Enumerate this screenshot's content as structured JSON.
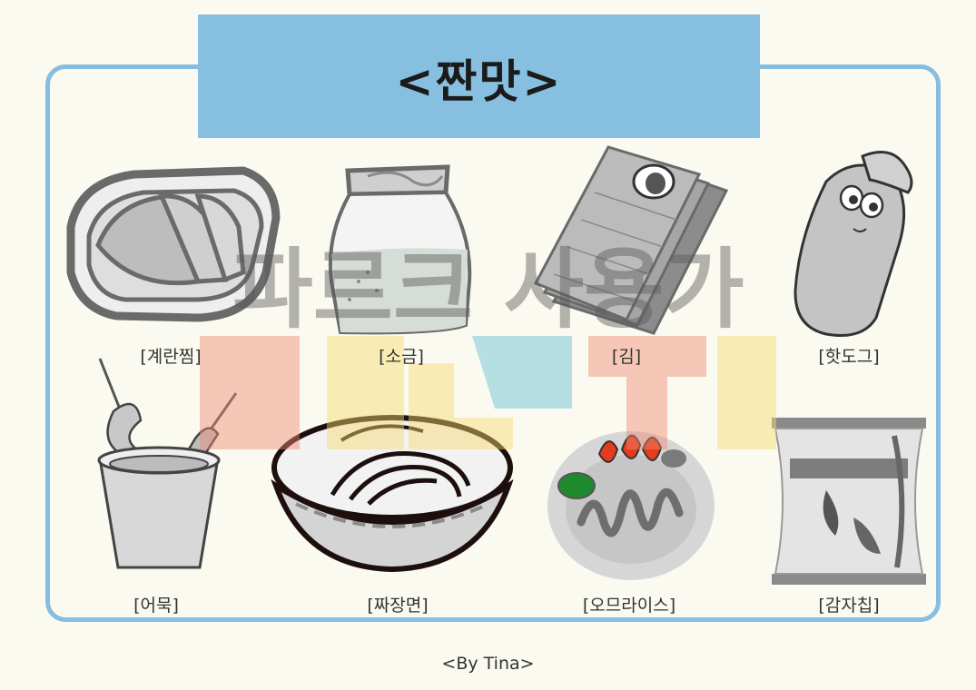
{
  "page": {
    "title": "<짠맛>",
    "credit": "<By Tina>",
    "watermark_text": "파르크 사용가",
    "colors": {
      "background": "#fbfaf1",
      "frame": "#86bde0",
      "banner": "#87bfe0"
    }
  },
  "items": [
    {
      "label": "[계란찜]",
      "icon": "steamed-egg-bowl-icon"
    },
    {
      "label": "[소금]",
      "icon": "salt-jar-icon"
    },
    {
      "label": "[김]",
      "icon": "seaweed-sheets-icon"
    },
    {
      "label": "[핫도그]",
      "icon": "hotdog-character-icon"
    },
    {
      "label": "[어묵]",
      "icon": "fishcake-skewer-cup-icon"
    },
    {
      "label": "[짜장면]",
      "icon": "jjajangmyeon-bowl-icon"
    },
    {
      "label": "[오므라이스]",
      "icon": "omurice-plate-icon"
    },
    {
      "label": "[감자칩]",
      "icon": "potato-chip-bag-icon"
    }
  ]
}
